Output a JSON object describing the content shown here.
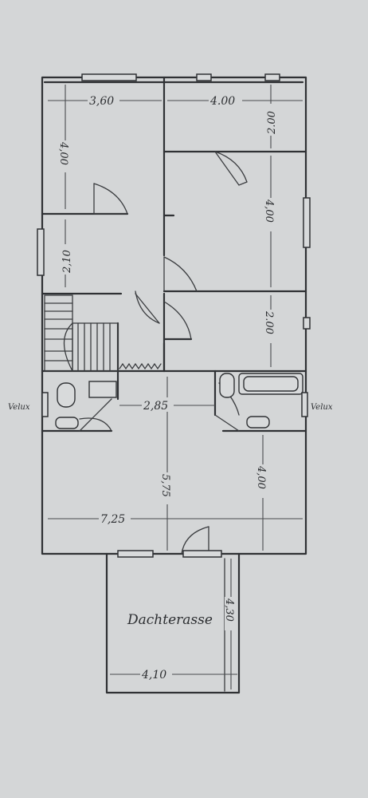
{
  "colors": {
    "paper": "#d4d6d7",
    "ink": "#2f3134"
  },
  "dimensions": {
    "top_left_width": "3,60",
    "top_right_width": "4.00",
    "top_right_depth": "2.00",
    "left_room_height": "4,00",
    "right_room_height": "4,00",
    "left_lower_height": "2,10",
    "hall_depth": "2.00",
    "bath_span": "2,85",
    "total_height": "5,75",
    "lower_right_height": "4,00",
    "total_width": "7,25",
    "terrace_depth": "4,30",
    "terrace_width": "4,10"
  },
  "labels": {
    "velux_left": "Velux",
    "velux_right": "Velux",
    "terrace": "Dachterasse"
  }
}
